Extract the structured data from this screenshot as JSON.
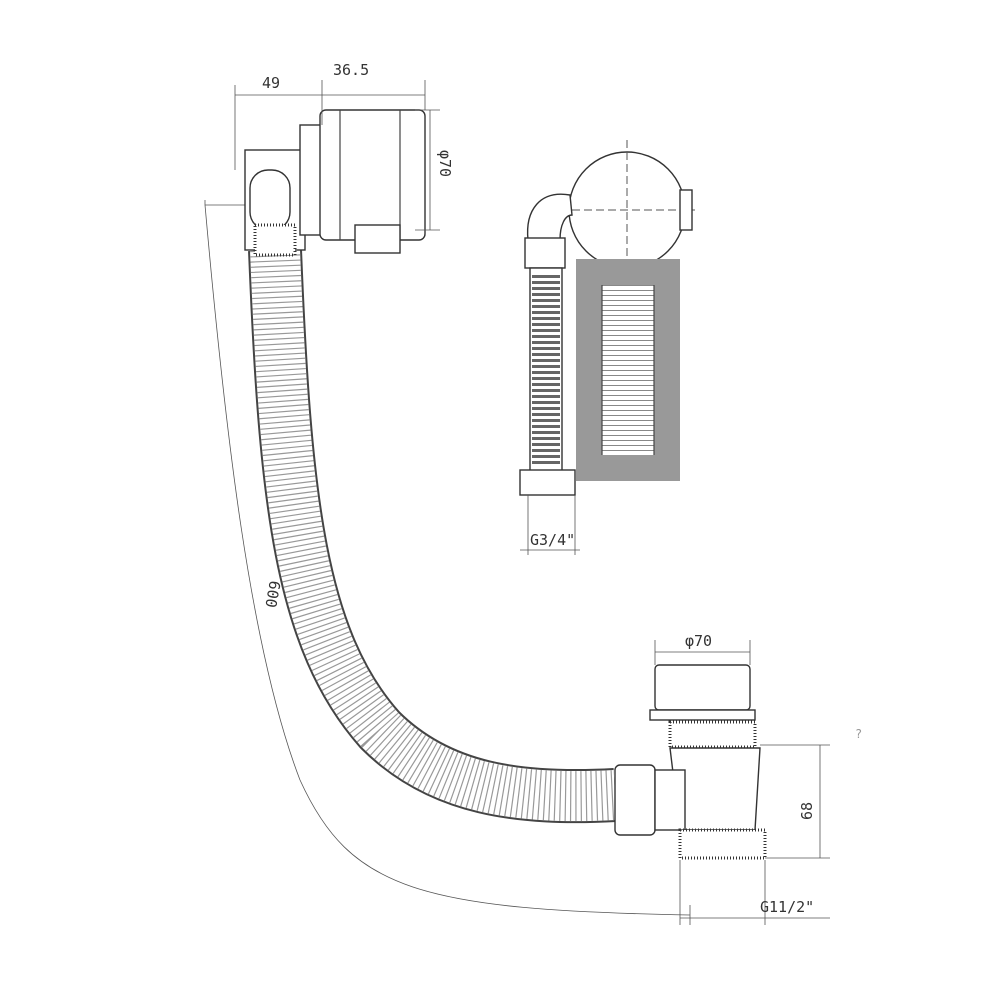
{
  "dimensions": {
    "overflow_depth": "49",
    "overflow_body": "36.5",
    "overflow_diameter": "φ70",
    "hose_length": "600",
    "connector_thread": "G3/4\"",
    "waste_diameter": "φ70",
    "waste_height": "68",
    "waste_thread": "G11/2\"",
    "partial_mark": "?"
  },
  "colors": {
    "line": "#444444",
    "background": "#ffffff"
  }
}
